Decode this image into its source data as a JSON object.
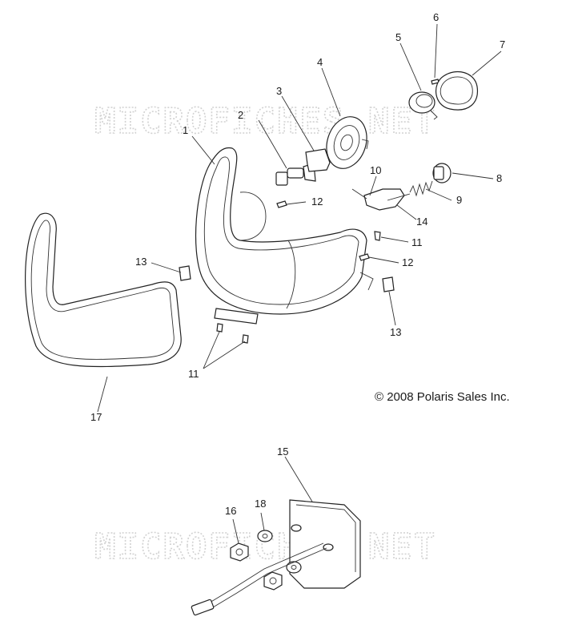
{
  "watermark_text": "MICROFICHES.NET",
  "copyright": "© 2008 Polaris Sales Inc.",
  "callouts": {
    "c1": "1",
    "c2": "2",
    "c3": "3",
    "c4": "4",
    "c5": "5",
    "c6": "6",
    "c7": "7",
    "c8": "8",
    "c9": "9",
    "c10": "10",
    "c11a": "11",
    "c11b": "11",
    "c12a": "12",
    "c12b": "12",
    "c13a": "13",
    "c13b": "13",
    "c14": "14",
    "c15": "15",
    "c16": "16",
    "c17": "17",
    "c18": "18"
  }
}
